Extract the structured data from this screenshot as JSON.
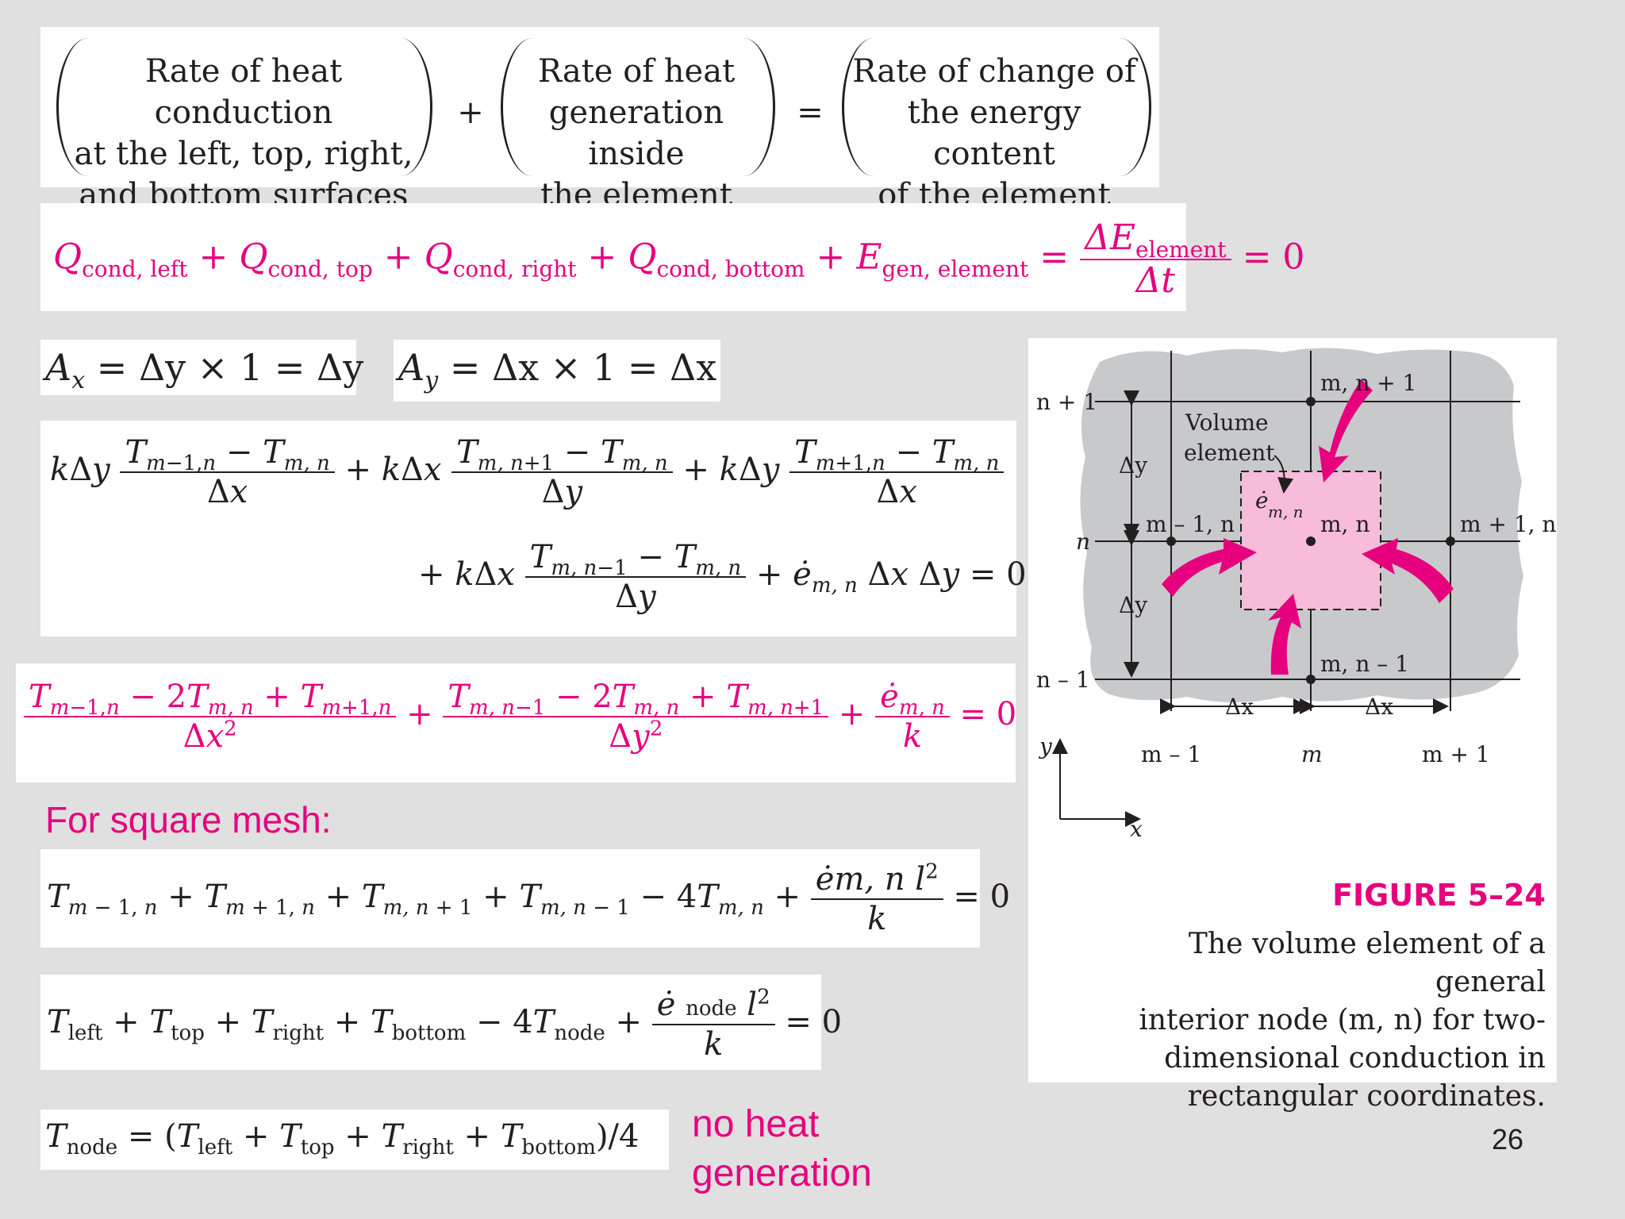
{
  "word_equation": {
    "term1": [
      "Rate of heat conduction",
      "at the left, top, right,",
      "and bottom surfaces"
    ],
    "op1": "+",
    "term2": [
      "Rate of heat",
      "generation inside",
      "the element"
    ],
    "op2": "=",
    "term3": [
      "Rate of change of",
      "the energy content",
      "of the element"
    ]
  },
  "energy_balance": {
    "q": "Q",
    "cond_left": "cond, left",
    "cond_top": "cond, top",
    "cond_right": "cond, right",
    "cond_bottom": "cond, bottom",
    "e": "E",
    "gen_element": "gen, element",
    "dE": "ΔE",
    "element": "element",
    "dt": "Δt",
    "rhs": "= 0"
  },
  "areas": {
    "ax": "A",
    "ax_sub": "x",
    "ax_rhs": "= Δy × 1 = Δy",
    "ay": "A",
    "ay_sub": "y",
    "ay_rhs": "= Δx × 1 = Δx"
  },
  "labels": {
    "square_mesh": "For square mesh:",
    "no_heat_generation": "no heat generation",
    "page_number": "26"
  },
  "figure": {
    "title": "FIGURE 5–24",
    "caption": [
      "The volume element of a general",
      "interior node (m, n) for two-",
      "dimensional conduction in",
      "rectangular coordinates."
    ],
    "row_labels": [
      "n + 1",
      "n",
      "n – 1"
    ],
    "col_labels": [
      "m – 1",
      "m",
      "m + 1"
    ],
    "node_labels": {
      "top": "m, n + 1",
      "left": "m – 1, n",
      "center": "m, n",
      "right": "m + 1, n",
      "bottom": "m, n – 1"
    },
    "volume_element": [
      "Volume",
      "element"
    ],
    "egen": "ė",
    "egen_sub": "m, n",
    "dy": "Δy",
    "dx": "Δx",
    "axis_x": "x",
    "axis_y": "y"
  },
  "colors": {
    "accent": "#e6007e",
    "figure_bg": "#c8c9cb",
    "element_fill": "#f7bcd9"
  }
}
